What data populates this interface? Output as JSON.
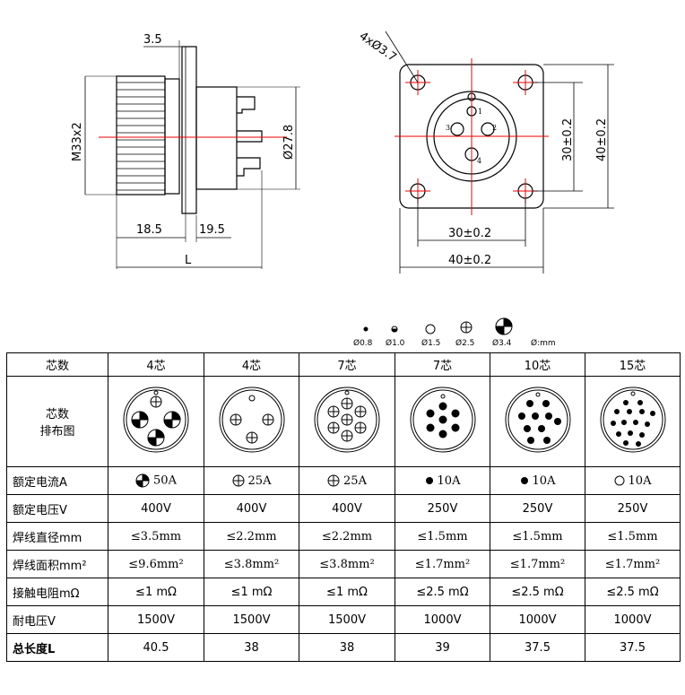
{
  "drawing": {
    "side": {
      "dim_flange": "3.5",
      "dim_thread": "M33x2",
      "dim_body_dia": "Ø27.8",
      "dim_front": "18.5",
      "dim_rear": "19.5",
      "dim_length": "L"
    },
    "front": {
      "dim_holes": "4xØ3.7",
      "dim_hole_pitch_v": "30±0.2",
      "dim_square_v": "40±0.2",
      "dim_hole_pitch_h": "30±0.2",
      "dim_square_h": "40±0.2",
      "pin_numbers": [
        "1",
        "2",
        "3",
        "4"
      ]
    }
  },
  "legend": {
    "items": [
      "Ø0.8",
      "Ø1.0",
      "Ø1.5",
      "Ø2.5",
      "Ø3.4"
    ],
    "unit_note": "Ø:mm"
  },
  "table": {
    "header": [
      "芯数",
      "4芯",
      "4芯",
      "7芯",
      "7芯",
      "10芯",
      "15芯"
    ],
    "pin_layout_label": [
      "芯数",
      "排布图"
    ],
    "rows": [
      {
        "label": "额定电流A",
        "values": [
          "50A",
          "25A",
          "25A",
          "10A",
          "10A",
          "10A"
        ],
        "icons": [
          "pin-3.4",
          "pin-2.5",
          "pin-2.5",
          "pin-1.5-solid",
          "pin-1.5-solid",
          "pin-1.5-open"
        ]
      },
      {
        "label": "额定电压V",
        "values": [
          "400V",
          "400V",
          "400V",
          "250V",
          "250V",
          "250V"
        ]
      },
      {
        "label": "焊线直径mm",
        "values": [
          "≤3.5mm",
          "≤2.2mm",
          "≤2.2mm",
          "≤1.5mm",
          "≤1.5mm",
          "≤1.5mm"
        ]
      },
      {
        "label": "焊线面积mm²",
        "values": [
          "≤9.6mm²",
          "≤3.8mm²",
          "≤3.8mm²",
          "≤1.7mm²",
          "≤1.7mm²",
          "≤1.7mm²"
        ]
      },
      {
        "label": "接触电阻mΩ",
        "values": [
          "≤1 mΩ",
          "≤1 mΩ",
          "≤1 mΩ",
          "≤2.5 mΩ",
          "≤2.5 mΩ",
          "≤2.5 mΩ"
        ]
      },
      {
        "label": "耐电压V",
        "values": [
          "1500V",
          "1500V",
          "1500V",
          "1000V",
          "1000V",
          "1000V"
        ]
      },
      {
        "label": "总长度L",
        "values": [
          "40.5",
          "38",
          "38",
          "39",
          "37.5",
          "37.5"
        ]
      }
    ]
  }
}
